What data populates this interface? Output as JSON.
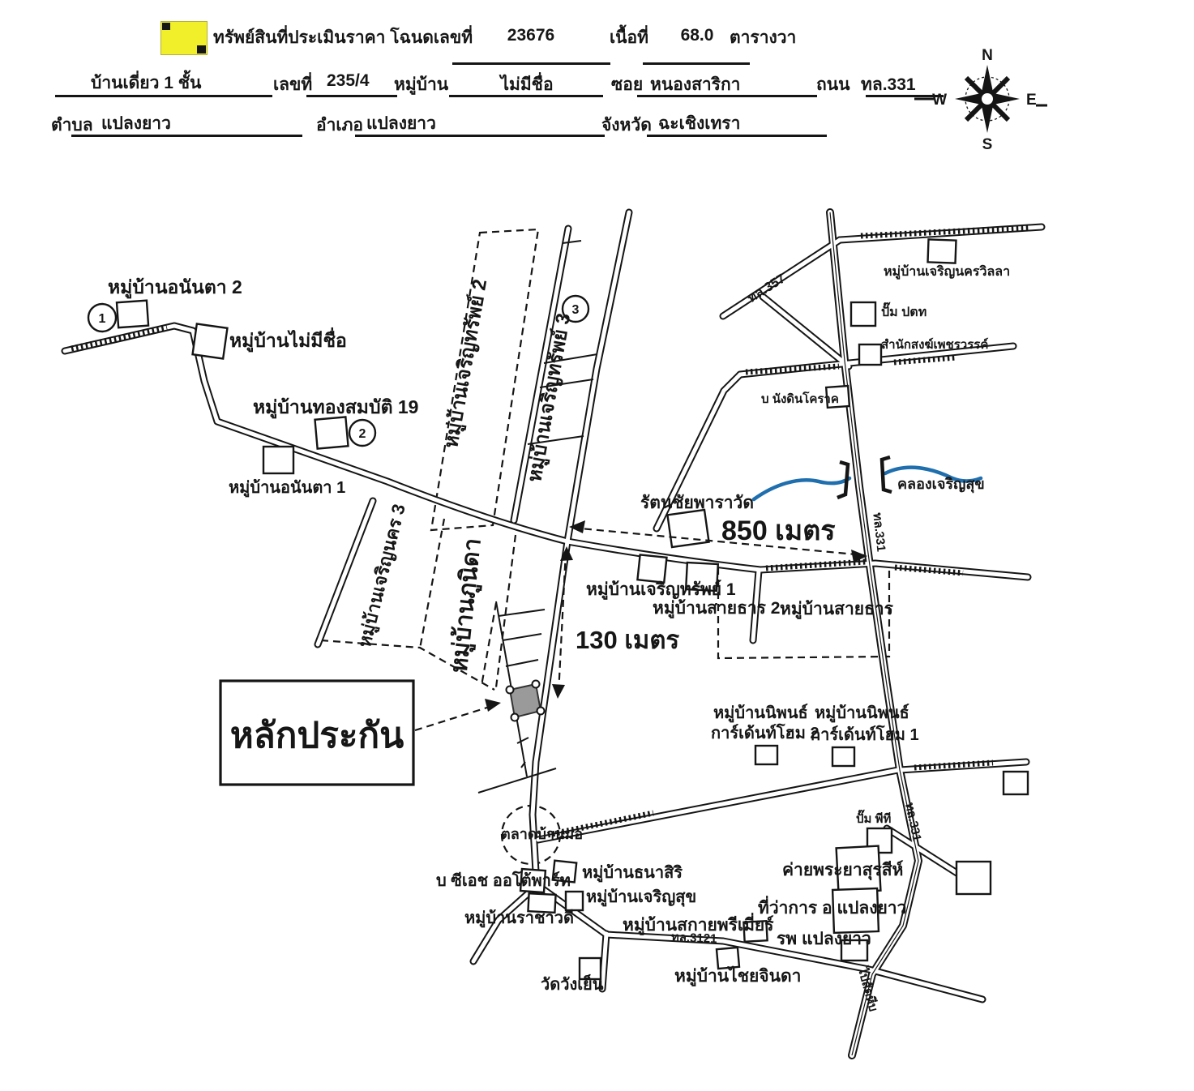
{
  "header": {
    "row1": {
      "label": "ทรัพย์สินที่ประเมินราคา โฉนดเลขที่",
      "deed_no": "23676",
      "area_label": "เนื้อที่",
      "area_value": "68.0",
      "area_unit": "ตารางวา"
    },
    "row2": {
      "house_type": "บ้านเดี่ยว 1 ชั้น",
      "no_label": "เลขที่",
      "house_no": "235/4",
      "village_label": "หมู่บ้าน",
      "village_value": "ไม่มีชื่อ",
      "soi_label": "ซอย",
      "soi_value": "หนองสาริกา",
      "road_label": "ถนน",
      "road_value": "ทล.331"
    },
    "row3": {
      "subdistrict_label": "ตำบล",
      "subdistrict_value": "แปลงยาว",
      "district_label": "อำเภอ",
      "district_value": "แปลงยาว",
      "province_label": "จังหวัด",
      "province_value": "ฉะเชิงเทรา"
    }
  },
  "compass": {
    "north": "N",
    "south": "S",
    "east": "E",
    "west": "W"
  },
  "colors": {
    "legend_yellow": "#f0ef2a",
    "canal_blue": "#1f6fae",
    "plot_gray": "#9a9a9a",
    "ink": "#151515"
  },
  "map": {
    "markers": {
      "m1": "1",
      "m2": "2",
      "m3": "3"
    },
    "labels": {
      "anantha2": "หมู่บ้านอนันตา 2",
      "no_name_village": "หมู่บ้านไม่มีชื่อ",
      "thongsombat19": "หมู่บ้านทองสมบัติ 19",
      "anantha1": "หมู่บ้านอนันตา 1",
      "charoensap2": "หมู่บ้านเจริญทรัพย์ 2",
      "charoensap3": "หมู่บ้านเจริญทรัพย์ 3",
      "charoennakhon3": "หมู่บ้านเจริญนคร 3",
      "phunida": "หมู่บ้านภูนิดา",
      "collateral": "หลักประกัน",
      "dist_130": "130 เมตร",
      "dist_850": "850 เมตร",
      "rattanachai_temple": "รัตนชัยพาราวัด",
      "charoensap1": "หมู่บ้านเจริญทรัพย์ 1",
      "saithan2": "หมู่บ้านสายธาร 2",
      "saithan": "หมู่บ้านสายธาร",
      "khlong_charoensuk": "คลองเจริญสุข",
      "charoennakhon_villa": "หมู่บ้านเจริญนครวิลลา",
      "ptt_station": "ปั๊ม ปตท",
      "samnak_song": "สำนักสงฆ์เพชรวรรค์",
      "nangdin": "บ นังดินโคราค",
      "niphon2_l1": "หมู่บ้านนิพนธ์",
      "niphon2_l2": "การ์เด้นท์โฮม 2",
      "niphon1_l1": "หมู่บ้านนิพนธ์",
      "niphon1_l2": "การ์เด้นท์โฮม 1",
      "pt_station": "ปั๊ม พีที",
      "camp_phraya_surasi": "ค่ายพระยาสุรสีห์",
      "district_office": "ที่ว่าการ อ แปลงยาว",
      "hospital": "รพ แปลงยาว",
      "talat_banmo": "ตลาดบ้านม่อ",
      "thanasiri": "หมู่บ้านธนาสิริ",
      "ch_autopart": "บ ซีเอช ออโต้พาร์ท",
      "charoensuk_village": "หมู่บ้านเจริญสุข",
      "rachawadee": "หมู่บ้านราชาวดี",
      "sky_premier": "หมู่บ้านสกายพรีเมี่ยร์",
      "road_3121": "ทล.3121",
      "wat_wangyen": "วัดวังเย็น",
      "chaiyajinda": "หมู่บ้านไชยจินดา",
      "road_331_canal": "ทล.331",
      "road_331_south": "ทล.331",
      "to_sattahip": "ไปสัตหีบ",
      "road_357": "ทล.357"
    }
  }
}
